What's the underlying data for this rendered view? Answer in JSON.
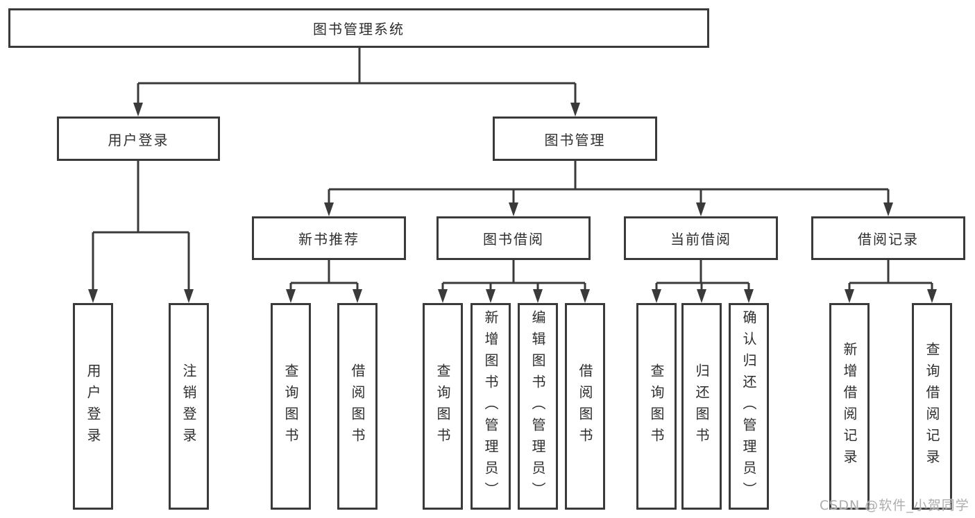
{
  "chart": {
    "root": "图书管理系统",
    "branches": [
      {
        "label": "用户登录",
        "children": [
          "用户登录",
          "注销登录"
        ]
      },
      {
        "label": "图书管理",
        "children": [
          {
            "label": "新书推荐",
            "children": [
              "查询图书",
              "借阅图书"
            ]
          },
          {
            "label": "图书借阅",
            "children": [
              "查询图书",
              "新增图书（管理员）",
              "编辑图书（管理员）",
              "借阅图书"
            ]
          },
          {
            "label": "当前借阅",
            "children": [
              "查询图书",
              "归还图书",
              "确认归还（管理员）"
            ]
          },
          {
            "label": "借阅记录",
            "children": [
              "新增借阅记录",
              "查询借阅记录"
            ]
          }
        ]
      }
    ],
    "colors": {
      "line": "#3a3a3a",
      "box_border": "#3a3a3a",
      "text": "#2e2e2e",
      "watermark": "#adadad"
    }
  },
  "watermark": "CSDN @软件_小贺同学"
}
